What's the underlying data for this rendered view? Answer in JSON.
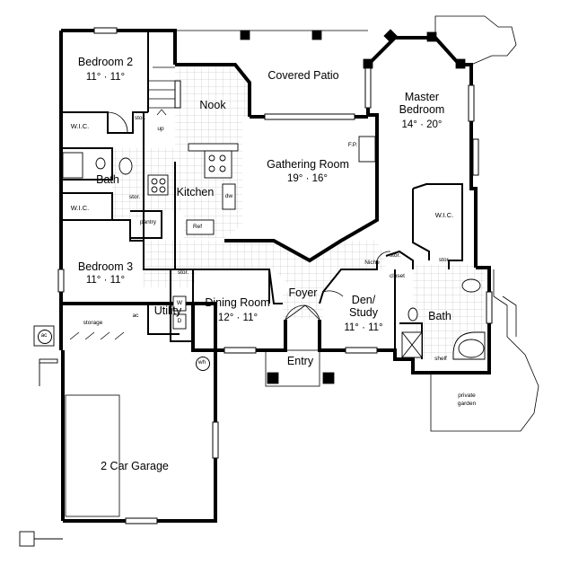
{
  "rooms": {
    "bedroom2": {
      "name": "Bedroom 2",
      "dims": "11° · 11°"
    },
    "bedroom3": {
      "name": "Bedroom 3",
      "dims": "11° · 11°"
    },
    "master": {
      "name1": "Master",
      "name2": "Bedroom",
      "dims": "14° · 20°"
    },
    "gathering": {
      "name": "Gathering Room",
      "dims": "19° · 16°"
    },
    "dining": {
      "name": "Dining Room",
      "dims": "12° · 11°"
    },
    "den": {
      "name1": "Den/",
      "name2": "Study",
      "dims": "11° · 11°"
    },
    "covered_patio": {
      "name": "Covered Patio"
    },
    "nook": {
      "name": "Nook"
    },
    "kitchen": {
      "name": "Kitchen"
    },
    "bath_left": {
      "name": "Bath"
    },
    "bath_right": {
      "name": "Bath"
    },
    "utility": {
      "name": "Utility"
    },
    "foyer": {
      "name": "Foyer"
    },
    "entry": {
      "name": "Entry"
    },
    "garage": {
      "name": "2 Car Garage"
    }
  },
  "small_labels": {
    "wic_top": "W.I.C.",
    "wic_mid": "W.I.C.",
    "wic_master": "W.I.C.",
    "stor_bed2": "stor.",
    "stor_bath": "stor.",
    "stor_util": "stor.",
    "stor_master_left": "stor.",
    "stor_master_right": "stor.",
    "up": "up",
    "pantry": "pantry",
    "ref": "Ref",
    "dw": "dw",
    "fp": "F.P.",
    "niche": "Niche",
    "closet": "closet",
    "shelf": "shelf",
    "storage": "storage",
    "ac_inside": "ac",
    "ac_outside": "ac",
    "washer": "W",
    "dryer": "D",
    "water_heater": "wh",
    "private_garden_1": "private",
    "private_garden_2": "garden"
  }
}
